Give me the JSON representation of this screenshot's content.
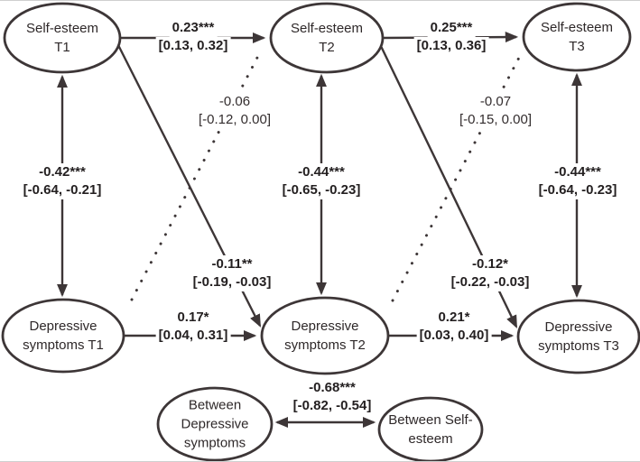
{
  "colors": {
    "line": "#3d3637",
    "text": "#242021",
    "background": "#ffffff"
  },
  "nodes": {
    "se_t1": {
      "label": "Self-esteem T1"
    },
    "se_t2": {
      "label": "Self-esteem T2"
    },
    "se_t3": {
      "label": "Self-esteem T3"
    },
    "dep_t1": {
      "label": "Depressive symptoms T1"
    },
    "dep_t2": {
      "label": "Depressive symptoms T2"
    },
    "dep_t3": {
      "label": "Depressive symptoms T3"
    },
    "between_dep": {
      "label": "Between Depressive symptoms"
    },
    "between_se": {
      "label": "Between Self-esteem"
    }
  },
  "edges": {
    "se1_to_se2": {
      "value": "0.23***",
      "ci": "[0.13, 0.32]",
      "style": "solid"
    },
    "se2_to_se3": {
      "value": "0.25***",
      "ci": "[0.13, 0.36]",
      "style": "solid"
    },
    "dep1_to_dep2": {
      "value": "0.17*",
      "ci": "[0.04, 0.31]",
      "style": "solid"
    },
    "dep2_to_dep3": {
      "value": "0.21*",
      "ci": "[0.03, 0.40]",
      "style": "solid"
    },
    "se1_to_dep2": {
      "value": "-0.11**",
      "ci": "[-0.19, -0.03]",
      "style": "solid"
    },
    "se2_to_dep3": {
      "value": "-0.12*",
      "ci": "[-0.22, -0.03]",
      "style": "solid"
    },
    "dep1_to_se2": {
      "value": "-0.06",
      "ci": "[-0.12, 0.00]",
      "style": "dotted"
    },
    "dep2_to_se3": {
      "value": "-0.07",
      "ci": "[-0.15, 0.00]",
      "style": "dotted"
    },
    "se1_dep1_corr": {
      "value": "-0.42***",
      "ci": "[-0.64, -0.21]",
      "style": "double"
    },
    "se2_dep2_corr": {
      "value": "-0.44***",
      "ci": "[-0.65, -0.23]",
      "style": "double"
    },
    "se3_dep3_corr": {
      "value": "-0.44***",
      "ci": "[-0.64, -0.23]",
      "style": "double"
    },
    "between_corr": {
      "value": "-0.68***",
      "ci": "[-0.82, -0.54]",
      "style": "double"
    }
  }
}
